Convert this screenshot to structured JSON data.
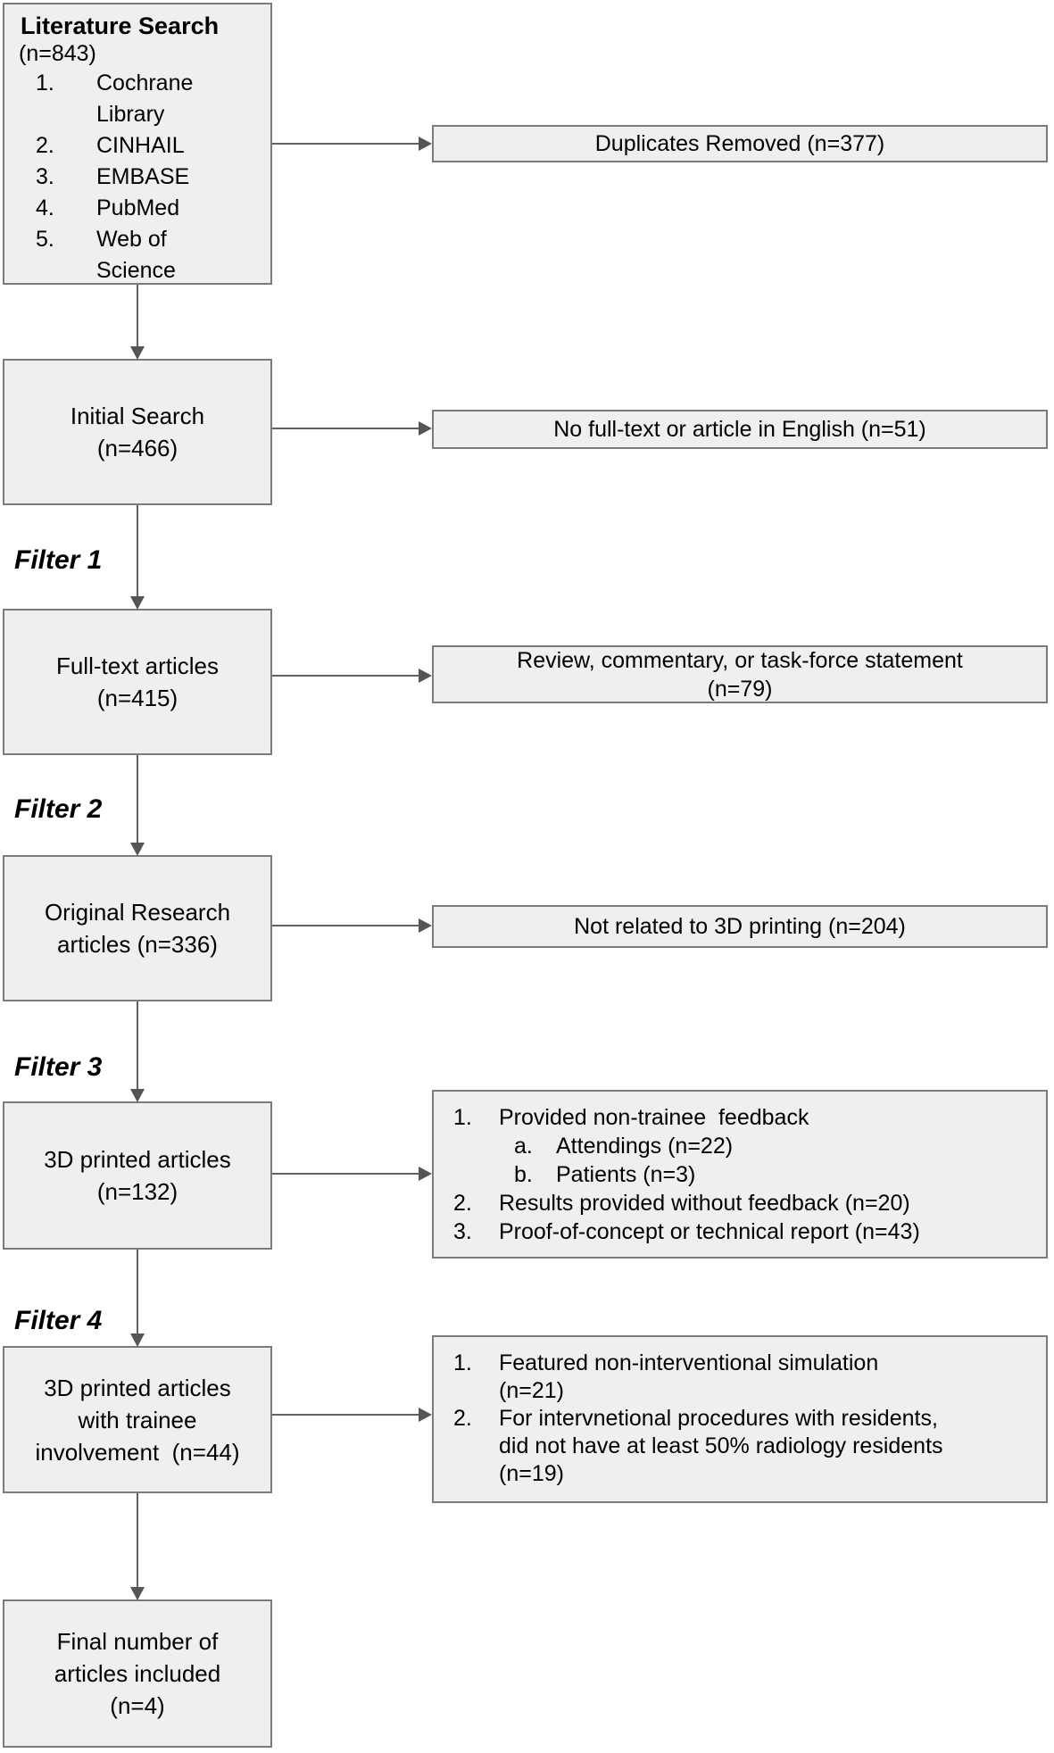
{
  "palette": {
    "box_fill": "#efefef",
    "box_border": "#7b7b7b",
    "arrow": "#616161",
    "text": "#000000",
    "background": "#ffffff"
  },
  "stages": [
    {
      "id": "literature-search",
      "title": "Literature Search",
      "subtitle": "(n=843)",
      "items": [
        {
          "marker": "1.",
          "lines": [
            "Cochrane",
            "Library"
          ]
        },
        {
          "marker": "2.",
          "lines": [
            "CINHAIL"
          ]
        },
        {
          "marker": "3.",
          "lines": [
            "EMBASE"
          ]
        },
        {
          "marker": "4.",
          "lines": [
            "PubMed"
          ]
        },
        {
          "marker": "5.",
          "lines": [
            "Web of",
            "Science"
          ]
        }
      ]
    },
    {
      "id": "initial-search",
      "lines": [
        "Initial Search",
        "(n=466)"
      ]
    },
    {
      "id": "full-text-articles",
      "lines": [
        "Full-text articles",
        "(n=415)"
      ]
    },
    {
      "id": "original-research",
      "lines": [
        "Original Research",
        "articles (n=336)"
      ]
    },
    {
      "id": "3d-printed-articles",
      "lines": [
        "3D printed articles",
        "(n=132)"
      ]
    },
    {
      "id": "3d-printed-trainee",
      "lines": [
        "3D printed articles",
        "with trainee",
        "involvement  (n=44)"
      ]
    },
    {
      "id": "final-included",
      "lines": [
        "Final number of",
        "articles included",
        "(n=4)"
      ]
    }
  ],
  "exclusions": [
    {
      "id": "duplicates",
      "lines": [
        "Duplicates Removed (n=377)"
      ]
    },
    {
      "id": "no-full-text",
      "lines": [
        "No full-text or article in English (n=51)"
      ]
    },
    {
      "id": "review",
      "lines": [
        "Review, commentary, or task-force statement",
        "(n=79)"
      ]
    },
    {
      "id": "not-3d",
      "lines": [
        "Not related to 3D printing (n=204)"
      ]
    },
    {
      "id": "feedback-exclusions",
      "items": [
        {
          "level": 1,
          "marker": "1.",
          "lines": [
            "Provided non-trainee  feedback"
          ]
        },
        {
          "level": 2,
          "marker": "a.",
          "lines": [
            "Attendings (n=22)"
          ]
        },
        {
          "level": 2,
          "marker": "b.",
          "lines": [
            "Patients (n=3)"
          ]
        },
        {
          "level": 1,
          "marker": "2.",
          "lines": [
            "Results provided without feedback (n=20)"
          ]
        },
        {
          "level": 1,
          "marker": "3.",
          "lines": [
            "Proof-of-concept or technical report (n=43)"
          ]
        }
      ]
    },
    {
      "id": "simulation-exclusions",
      "items": [
        {
          "level": 1,
          "marker": "1.",
          "lines": [
            "Featured non-interventional simulation",
            "(n=21)"
          ]
        },
        {
          "level": 1,
          "marker": "2.",
          "lines": [
            "For intervnetional procedures with residents,",
            "did not have at least 50% radiology residents",
            "(n=19)"
          ]
        }
      ]
    }
  ],
  "filters": [
    {
      "label": "Filter 1"
    },
    {
      "label": "Filter 2"
    },
    {
      "label": "Filter 3"
    },
    {
      "label": "Filter 4"
    }
  ]
}
